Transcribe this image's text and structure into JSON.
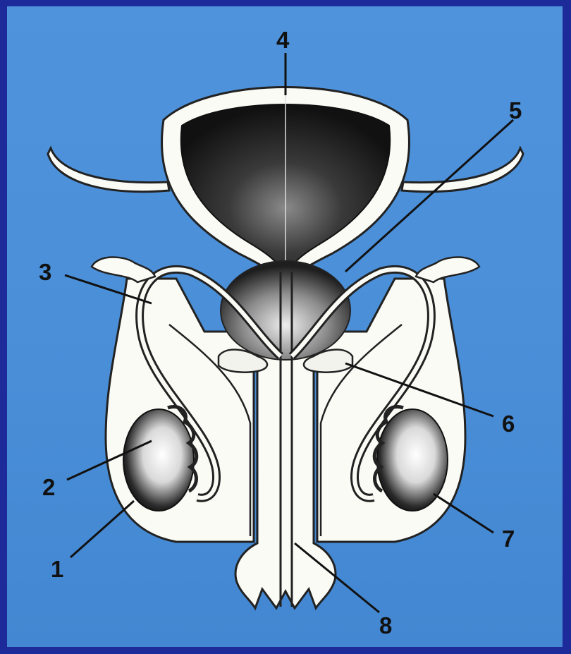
{
  "diagram": {
    "labels": {
      "n1": "1",
      "n2": "2",
      "n3": "3",
      "n4": "4",
      "n5": "5",
      "n6": "6",
      "n7": "7",
      "n8": "8"
    }
  },
  "colors": {
    "frame": "#1c2a9a",
    "background": "#4a8fd8",
    "organ_fill": "#fbfbf6",
    "dark_tissue": "#161616",
    "outline": "#222222"
  }
}
